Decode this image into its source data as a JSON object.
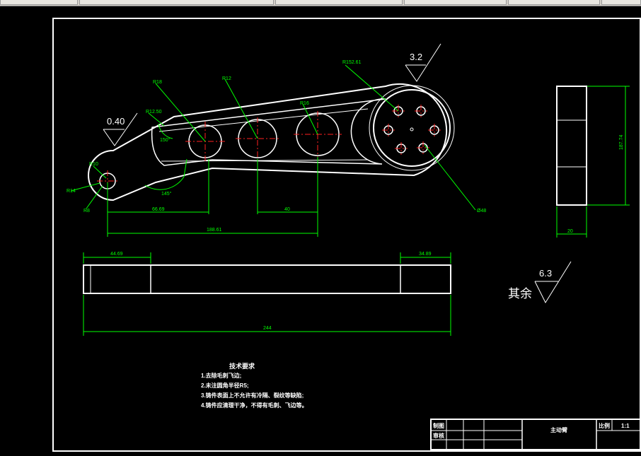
{
  "colors": {
    "background": "#000000",
    "outline": "#ffffff",
    "dimension": "#00ff00",
    "centerline": "#ff2020"
  },
  "dims": {
    "r18": "R18",
    "r12": "R12",
    "r16": "R16",
    "r12_50": "R12.50",
    "r152": "R152.61",
    "r10": "R10",
    "r14": "R14",
    "r8": "R8",
    "d48": "Ø48",
    "d66_69": "66.69",
    "d40": "40",
    "d188": "188.61",
    "d187": "187.74",
    "d20": "20",
    "d44_69": "44.69",
    "d34_89": "34.89",
    "d244": "244",
    "ang1": "150°",
    "ang2": "145°"
  },
  "roughness": {
    "top": "3.2",
    "left": "0.40",
    "rest_value": "6.3",
    "rest_label": "其余"
  },
  "notes": {
    "title": "技术要求",
    "items": [
      "1.去除毛刺飞边;",
      "2.未注圆角半径R5;",
      "3.铸件表面上不允许有冷隔、裂纹等缺陷;",
      "4.铸件应清理干净，不得有毛刺、飞边等。"
    ]
  },
  "titleblock": {
    "drawn": "制图",
    "checked": "审核",
    "part_name": "主动臂",
    "scale_label": "比例",
    "scale_value": "1:1"
  }
}
